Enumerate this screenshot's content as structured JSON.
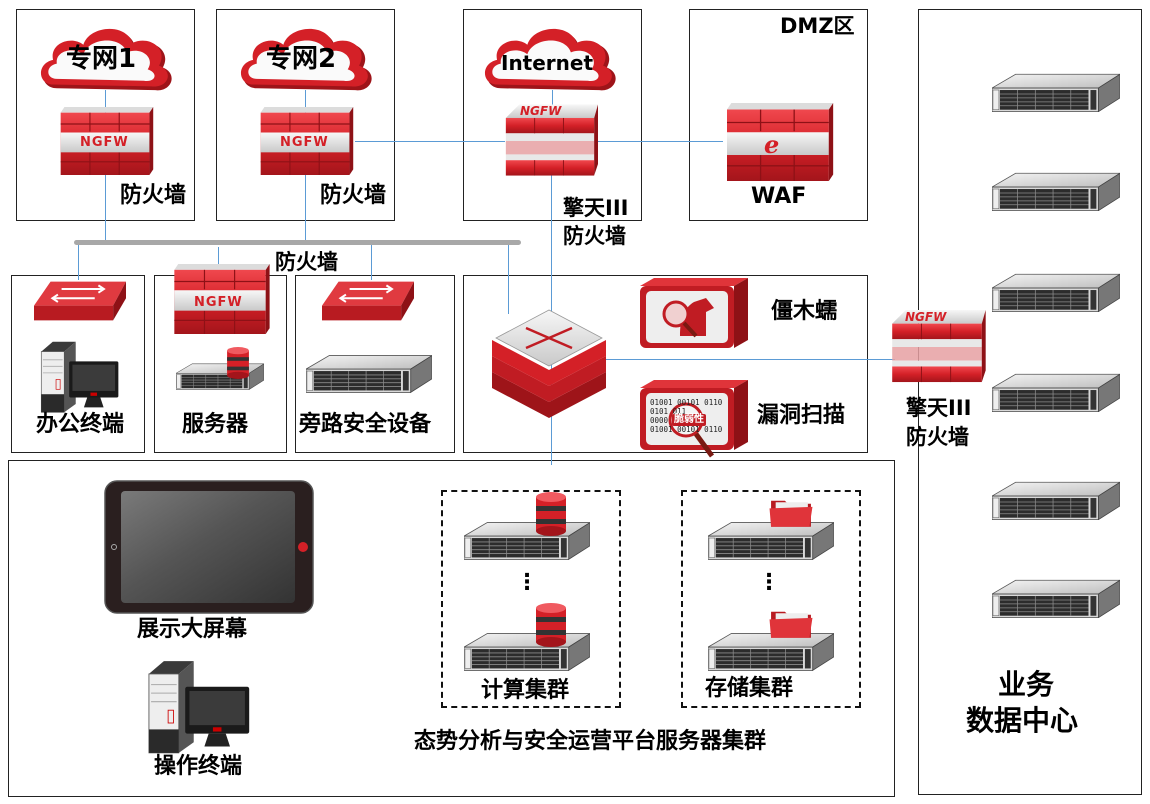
{
  "title": "网络安全拓扑图",
  "colors": {
    "device_red": "#d42027",
    "device_dark_red": "#8e1116",
    "link_blue": "#5b9bd5",
    "backbone_gray": "#a8a8a8",
    "border": "#222222"
  },
  "zones": {
    "private_net_1": {
      "cloud_label": "专网1",
      "device_label": "防火墙",
      "device_badge": "NGFW"
    },
    "private_net_2": {
      "cloud_label": "专网2",
      "device_label": "防火墙",
      "device_badge": "NGFW"
    },
    "internet": {
      "cloud_label": "Internet",
      "device_label_line1": "擎天III",
      "device_label_line2": "防火墙",
      "device_badge": "NGFW"
    },
    "dmz": {
      "title": "DMZ区",
      "device_label": "WAF",
      "device_icon": "ie-browser-icon"
    },
    "backbone": {
      "label": "防火墙"
    },
    "office": {
      "label": "办公终端"
    },
    "servers": {
      "label": "服务器",
      "device_badge": "NGFW"
    },
    "bypass": {
      "label": "旁路安全设备"
    },
    "security": {
      "botnet_label": "僵木蠕",
      "vuln_label": "漏洞扫描",
      "vuln_badge": "脆弱性",
      "binary_lines": [
        "01001  00101  0110",
        "0101           011",
        "0000           100",
        "01001  00101  0110"
      ]
    },
    "datacenter_fw": {
      "label_line1": "擎天III",
      "label_line2": "防火墙",
      "device_badge": "NGFW"
    },
    "datacenter": {
      "label_line1": "业务",
      "label_line2": "数据中心",
      "server_count": 6
    },
    "platform": {
      "screen_label": "展示大屏幕",
      "terminal_label": "操作终端",
      "compute_label": "计算集群",
      "storage_label": "存储集群",
      "ellipsis": "⋮",
      "caption": "态势分析与安全运营平台服务器集群"
    }
  }
}
